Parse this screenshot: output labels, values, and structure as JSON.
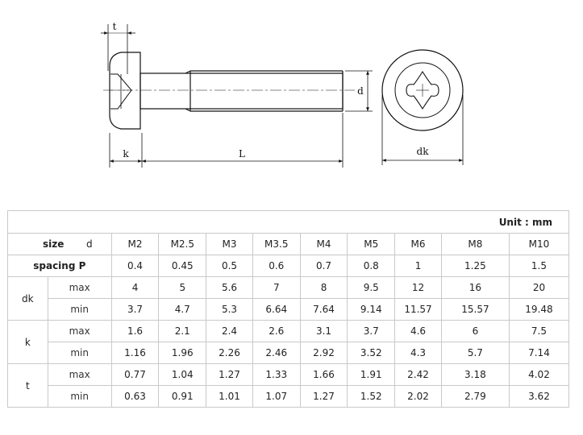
{
  "drawing": {
    "labels": {
      "t": "t",
      "k": "k",
      "L": "L",
      "d": "d",
      "dk": "dk"
    }
  },
  "table": {
    "unit_label": "Unit : mm",
    "size_label": "size",
    "d_label": "d",
    "spacing_label": "spacing P",
    "sizes": [
      "M2",
      "M2.5",
      "M3",
      "M3.5",
      "M4",
      "M5",
      "M6",
      "M8",
      "M10"
    ],
    "spacing": [
      "0.4",
      "0.45",
      "0.5",
      "0.6",
      "0.7",
      "0.8",
      "1",
      "1.25",
      "1.5"
    ],
    "groups": [
      {
        "name": "dk",
        "max": [
          "4",
          "5",
          "5.6",
          "7",
          "8",
          "9.5",
          "12",
          "16",
          "20"
        ],
        "min": [
          "3.7",
          "4.7",
          "5.3",
          "6.64",
          "7.64",
          "9.14",
          "11.57",
          "15.57",
          "19.48"
        ]
      },
      {
        "name": "k",
        "max": [
          "1.6",
          "2.1",
          "2.4",
          "2.6",
          "3.1",
          "3.7",
          "4.6",
          "6",
          "7.5"
        ],
        "min": [
          "1.16",
          "1.96",
          "2.26",
          "2.46",
          "2.92",
          "3.52",
          "4.3",
          "5.7",
          "7.14"
        ]
      },
      {
        "name": "t",
        "max": [
          "0.77",
          "1.04",
          "1.27",
          "1.33",
          "1.66",
          "1.91",
          "2.42",
          "3.18",
          "4.02"
        ],
        "min": [
          "0.63",
          "0.91",
          "1.01",
          "1.07",
          "1.27",
          "1.52",
          "2.02",
          "2.79",
          "3.62"
        ]
      }
    ],
    "max_label": "max",
    "min_label": "min"
  }
}
